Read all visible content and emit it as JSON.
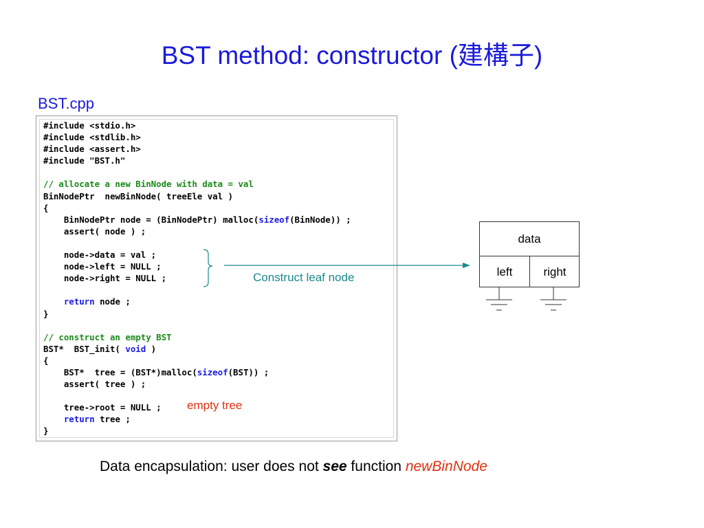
{
  "slide": {
    "title": "BST method: constructor (建構子)",
    "filename": "BST.cpp",
    "code_lines": [
      [
        {
          "t": "#include <stdio.h>",
          "c": ""
        }
      ],
      [
        {
          "t": "#include <stdlib.h>",
          "c": ""
        }
      ],
      [
        {
          "t": "#include <assert.h>",
          "c": ""
        }
      ],
      [
        {
          "t": "#include \"BST.h\"",
          "c": ""
        }
      ],
      [
        {
          "t": "",
          "c": ""
        }
      ],
      [
        {
          "t": "// allocate a new BinNode with data = val",
          "c": "cm"
        }
      ],
      [
        {
          "t": "BinNodePtr  newBinNode( treeEle val )",
          "c": ""
        }
      ],
      [
        {
          "t": "{",
          "c": ""
        }
      ],
      [
        {
          "t": "    BinNodePtr node = (BinNodePtr) malloc(",
          "c": ""
        },
        {
          "t": "sizeof",
          "c": "kw"
        },
        {
          "t": "(BinNode)) ;",
          "c": ""
        }
      ],
      [
        {
          "t": "    assert( node ) ;",
          "c": ""
        }
      ],
      [
        {
          "t": "",
          "c": ""
        }
      ],
      [
        {
          "t": "    node->data = val ;",
          "c": ""
        }
      ],
      [
        {
          "t": "    node->left = NULL ;",
          "c": ""
        }
      ],
      [
        {
          "t": "    node->right = NULL ;",
          "c": ""
        }
      ],
      [
        {
          "t": "",
          "c": ""
        }
      ],
      [
        {
          "t": "    ",
          "c": ""
        },
        {
          "t": "return",
          "c": "kw"
        },
        {
          "t": " node ;",
          "c": ""
        }
      ],
      [
        {
          "t": "}",
          "c": ""
        }
      ],
      [
        {
          "t": "",
          "c": ""
        }
      ],
      [
        {
          "t": "// construct an empty BST",
          "c": "cm"
        }
      ],
      [
        {
          "t": "BST*  BST_init( ",
          "c": ""
        },
        {
          "t": "void",
          "c": "kw"
        },
        {
          "t": " )",
          "c": ""
        }
      ],
      [
        {
          "t": "{",
          "c": ""
        }
      ],
      [
        {
          "t": "    BST*  tree = (BST*)malloc(",
          "c": ""
        },
        {
          "t": "sizeof",
          "c": "kw"
        },
        {
          "t": "(BST)) ;",
          "c": ""
        }
      ],
      [
        {
          "t": "    assert( tree ) ;",
          "c": ""
        }
      ],
      [
        {
          "t": "",
          "c": ""
        }
      ],
      [
        {
          "t": "    tree->root = NULL ;",
          "c": ""
        }
      ],
      [
        {
          "t": "    ",
          "c": ""
        },
        {
          "t": "return",
          "c": "kw"
        },
        {
          "t": " tree ;",
          "c": ""
        }
      ],
      [
        {
          "t": "}",
          "c": ""
        }
      ]
    ],
    "annotations": {
      "construct": "Construct leaf node",
      "empty": "empty tree"
    },
    "node_diagram": {
      "data": "data",
      "left": "left",
      "right": "right"
    },
    "footer": {
      "prefix": "Data encapsulation: user does not ",
      "emphasis": "see",
      "middle": " function ",
      "function_name": "newBinNode"
    },
    "colors": {
      "title": "#1a1adb",
      "keyword": "#1a1ae0",
      "comment": "#1a8a1a",
      "annotation_teal": "#1a8a8a",
      "annotation_red": "#e03010"
    }
  }
}
